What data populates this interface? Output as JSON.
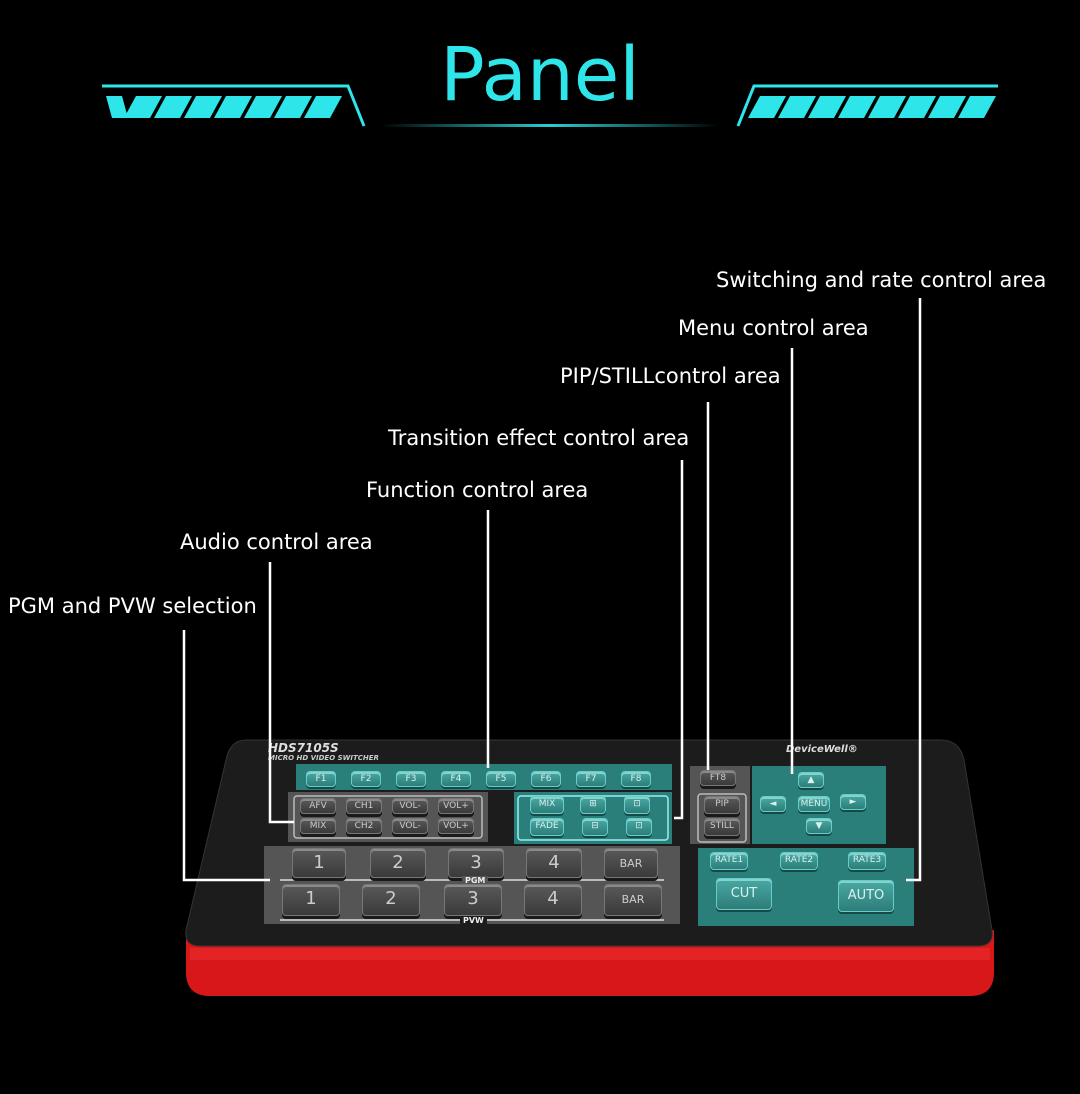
{
  "header": {
    "title": "Panel",
    "accent_color": "#2ee6ea"
  },
  "callouts": {
    "pgm_pvw": "PGM and PVW selection",
    "audio": "Audio control area",
    "function": "Function control area",
    "transition": "Transition effect control area",
    "pip_still": "PIP/STILLcontrol area",
    "menu": "Menu control area",
    "switching": "Switching and rate control area"
  },
  "device": {
    "model": "HDS7105S",
    "subtitle": "MICRO HD VIDEO SWITCHER",
    "brand": "DeviceWell®",
    "body_color": "#1c1c1c",
    "base_color": "#d81818",
    "function_keys": [
      "F1",
      "F2",
      "F3",
      "F4",
      "F5",
      "F6",
      "F7",
      "F8"
    ],
    "f9_key": "FT8",
    "audio_keys_top": [
      "AFV",
      "CH1",
      "VOL-",
      "VOL+"
    ],
    "audio_keys_bottom": [
      "MIX",
      "CH2",
      "VOL-",
      "VOL+"
    ],
    "transition_keys_top": [
      "MIX",
      "⊞",
      "⊡"
    ],
    "transition_keys_bottom": [
      "FADE",
      "⊟",
      "⊡"
    ],
    "pip_keys": [
      "PIP",
      "STILL"
    ],
    "menu_keys": {
      "up": "▲",
      "left": "◄",
      "center": "MENU",
      "right": "►",
      "down": "▼"
    },
    "pgm_keys": [
      "1",
      "2",
      "3",
      "4",
      "BAR"
    ],
    "pgm_label": "PGM",
    "pvw_keys": [
      "1",
      "2",
      "3",
      "4",
      "BAR"
    ],
    "pvw_label": "PVW",
    "rate_keys": [
      "RATE1",
      "RATE2",
      "RATE3"
    ],
    "cut_key": "CUT",
    "auto_key": "AUTO"
  }
}
